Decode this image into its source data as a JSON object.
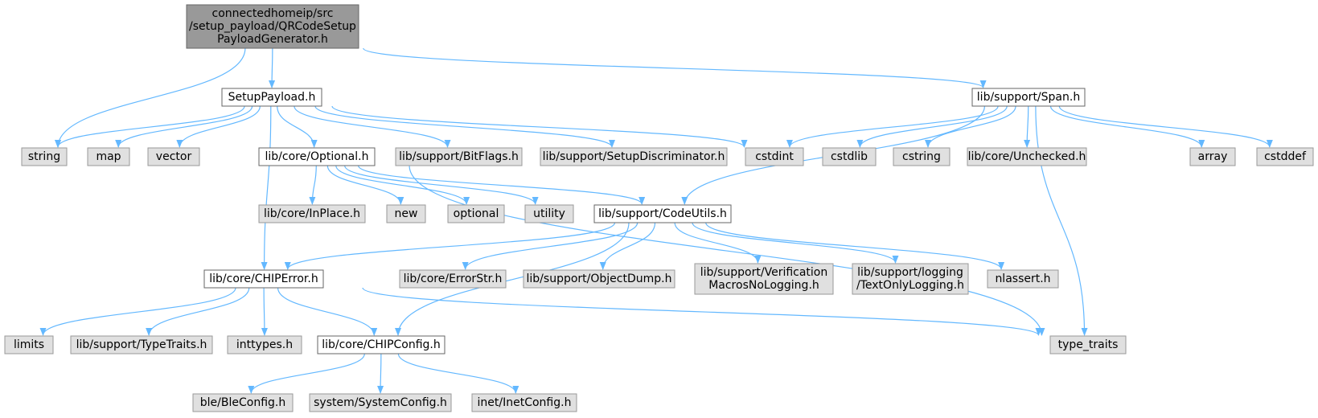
{
  "colors": {
    "edge": "#63b8ff",
    "root_fill": "#999999",
    "root_border": "#666666",
    "doc_fill": "#ffffff",
    "doc_border": "#666666",
    "ext_fill": "#e0e0e0",
    "ext_border": "#999999"
  },
  "nodes": [
    {
      "id": "root",
      "kind": "root",
      "lines": [
        "connectedhomeip/src",
        "/setup_payload/QRCodeSetup",
        "PayloadGenerator.h"
      ]
    },
    {
      "id": "setuppayload",
      "kind": "doc",
      "lines": [
        "SetupPayload.h"
      ]
    },
    {
      "id": "span",
      "kind": "doc",
      "lines": [
        "lib/support/Span.h"
      ]
    },
    {
      "id": "string",
      "kind": "ext",
      "lines": [
        "string"
      ]
    },
    {
      "id": "map",
      "kind": "ext",
      "lines": [
        "map"
      ]
    },
    {
      "id": "vector",
      "kind": "ext",
      "lines": [
        "vector"
      ]
    },
    {
      "id": "optional_h",
      "kind": "doc",
      "lines": [
        "lib/core/Optional.h"
      ]
    },
    {
      "id": "bitflags",
      "kind": "ext",
      "lines": [
        "lib/support/BitFlags.h"
      ]
    },
    {
      "id": "setupdisc",
      "kind": "ext",
      "lines": [
        "lib/support/SetupDiscriminator.h"
      ]
    },
    {
      "id": "cstdint",
      "kind": "ext",
      "lines": [
        "cstdint"
      ]
    },
    {
      "id": "cstdlib",
      "kind": "ext",
      "lines": [
        "cstdlib"
      ]
    },
    {
      "id": "cstring",
      "kind": "ext",
      "lines": [
        "cstring"
      ]
    },
    {
      "id": "unchecked",
      "kind": "ext",
      "lines": [
        "lib/core/Unchecked.h"
      ]
    },
    {
      "id": "array",
      "kind": "ext",
      "lines": [
        "array"
      ]
    },
    {
      "id": "cstddef",
      "kind": "ext",
      "lines": [
        "cstddef"
      ]
    },
    {
      "id": "inplace",
      "kind": "ext",
      "lines": [
        "lib/core/InPlace.h"
      ]
    },
    {
      "id": "new",
      "kind": "ext",
      "lines": [
        "new"
      ]
    },
    {
      "id": "optional",
      "kind": "ext",
      "lines": [
        "optional"
      ]
    },
    {
      "id": "utility",
      "kind": "ext",
      "lines": [
        "utility"
      ]
    },
    {
      "id": "codeutils",
      "kind": "doc",
      "lines": [
        "lib/support/CodeUtils.h"
      ]
    },
    {
      "id": "chiperror",
      "kind": "doc",
      "lines": [
        "lib/core/CHIPError.h"
      ]
    },
    {
      "id": "errorstr",
      "kind": "ext",
      "lines": [
        "lib/core/ErrorStr.h"
      ]
    },
    {
      "id": "objectdump",
      "kind": "ext",
      "lines": [
        "lib/support/ObjectDump.h"
      ]
    },
    {
      "id": "verification",
      "kind": "ext",
      "lines": [
        "lib/support/Verification",
        "MacrosNoLogging.h"
      ]
    },
    {
      "id": "logging",
      "kind": "ext",
      "lines": [
        "lib/support/logging",
        "/TextOnlyLogging.h"
      ]
    },
    {
      "id": "nlassert",
      "kind": "ext",
      "lines": [
        "nlassert.h"
      ]
    },
    {
      "id": "limits",
      "kind": "ext",
      "lines": [
        "limits"
      ]
    },
    {
      "id": "typetraits_h",
      "kind": "ext",
      "lines": [
        "lib/support/TypeTraits.h"
      ]
    },
    {
      "id": "inttypes",
      "kind": "ext",
      "lines": [
        "inttypes.h"
      ]
    },
    {
      "id": "chipconfig",
      "kind": "doc",
      "lines": [
        "lib/core/CHIPConfig.h"
      ]
    },
    {
      "id": "type_traits",
      "kind": "ext",
      "lines": [
        "type_traits"
      ]
    },
    {
      "id": "bleconfig",
      "kind": "ext",
      "lines": [
        "ble/BleConfig.h"
      ]
    },
    {
      "id": "systemconfig",
      "kind": "ext",
      "lines": [
        "system/SystemConfig.h"
      ]
    },
    {
      "id": "inetconfig",
      "kind": "ext",
      "lines": [
        "inet/InetConfig.h"
      ]
    }
  ],
  "edges": [
    [
      "root",
      "setuppayload"
    ],
    [
      "root",
      "span"
    ],
    [
      "root",
      "string"
    ],
    [
      "setuppayload",
      "string"
    ],
    [
      "setuppayload",
      "map"
    ],
    [
      "setuppayload",
      "vector"
    ],
    [
      "setuppayload",
      "optional_h"
    ],
    [
      "setuppayload",
      "bitflags"
    ],
    [
      "setuppayload",
      "setupdisc"
    ],
    [
      "setuppayload",
      "cstdint"
    ],
    [
      "setuppayload",
      "chiperror"
    ],
    [
      "span",
      "cstdint"
    ],
    [
      "span",
      "cstdlib"
    ],
    [
      "span",
      "cstring"
    ],
    [
      "span",
      "unchecked"
    ],
    [
      "span",
      "array"
    ],
    [
      "span",
      "cstddef"
    ],
    [
      "span",
      "codeutils"
    ],
    [
      "span",
      "type_traits"
    ],
    [
      "optional_h",
      "inplace"
    ],
    [
      "optional_h",
      "new"
    ],
    [
      "optional_h",
      "optional"
    ],
    [
      "optional_h",
      "utility"
    ],
    [
      "optional_h",
      "codeutils"
    ],
    [
      "optional_h",
      "type_traits"
    ],
    [
      "codeutils",
      "chiperror"
    ],
    [
      "codeutils",
      "errorstr"
    ],
    [
      "codeutils",
      "objectdump"
    ],
    [
      "codeutils",
      "verification"
    ],
    [
      "codeutils",
      "logging"
    ],
    [
      "codeutils",
      "nlassert"
    ],
    [
      "codeutils",
      "chipconfig"
    ],
    [
      "chiperror",
      "limits"
    ],
    [
      "chiperror",
      "typetraits_h"
    ],
    [
      "chiperror",
      "inttypes"
    ],
    [
      "chiperror",
      "chipconfig"
    ],
    [
      "chiperror",
      "type_traits"
    ],
    [
      "chipconfig",
      "bleconfig"
    ],
    [
      "chipconfig",
      "systemconfig"
    ],
    [
      "chipconfig",
      "inetconfig"
    ]
  ]
}
